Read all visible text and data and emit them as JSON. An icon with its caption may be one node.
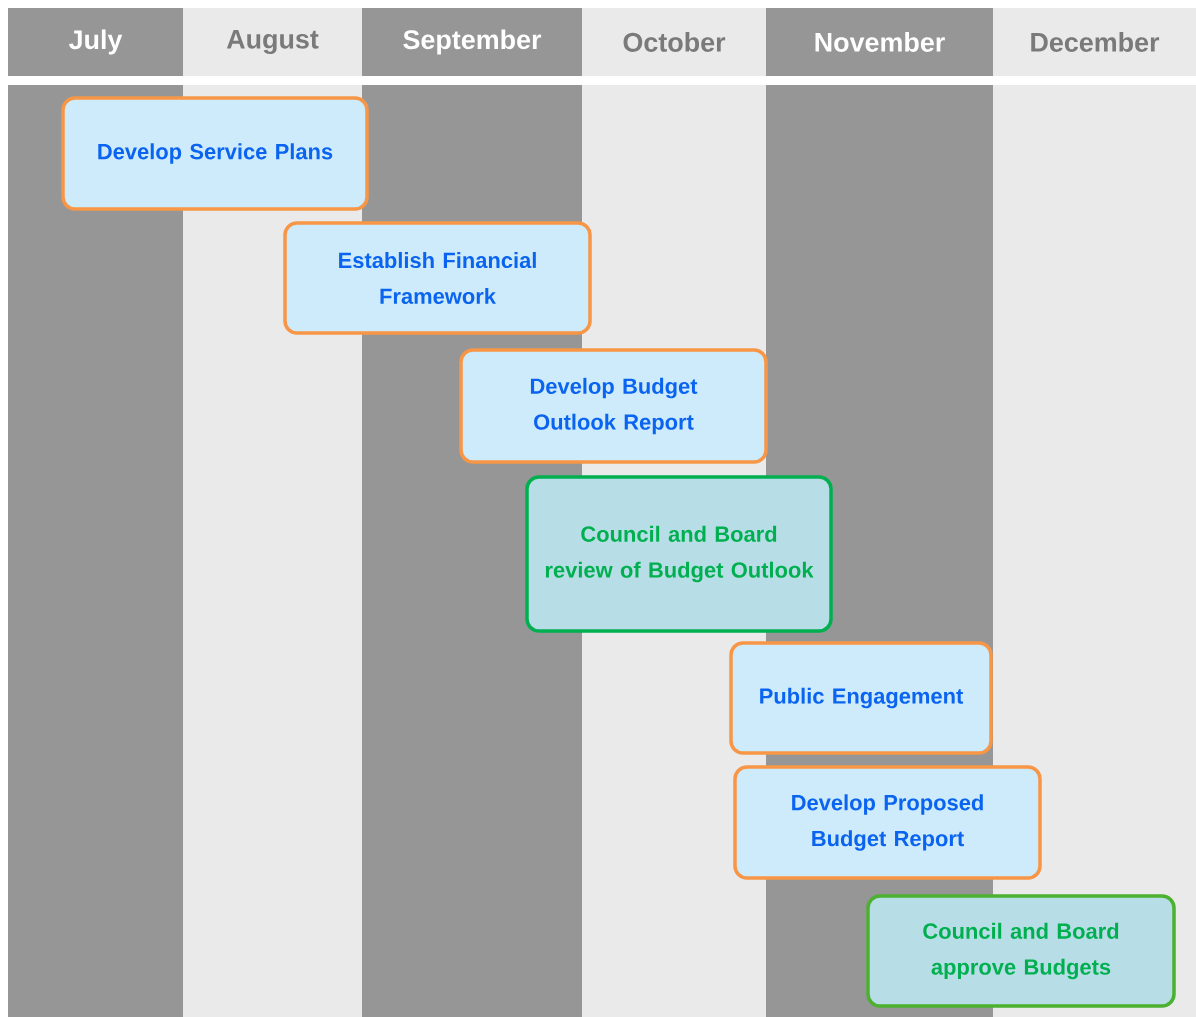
{
  "diagram": {
    "nodes": [
      {
        "text": [
          "July"
        ]
      },
      {
        "text": [
          "August"
        ]
      },
      {
        "text": [
          "September"
        ]
      },
      {
        "text": [
          "October"
        ]
      },
      {
        "text": [
          "November"
        ]
      },
      {
        "text": [
          "December"
        ]
      },
      {
        "text": [
          "Develop Service Plans"
        ]
      },
      {
        "text": [
          "Establish Financial Framework"
        ]
      },
      {
        "text": [
          "Develop Budget Outlook Report"
        ]
      },
      {
        "text": [
          "Council and Board review of Budget Outlook"
        ]
      },
      {
        "text": [
          "Public Engagement"
        ]
      },
      {
        "text": [
          "Develop Proposed Budget Report"
        ]
      },
      {
        "text": [
          "Council and Board approve Budgets"
        ]
      }
    ]
  }
}
